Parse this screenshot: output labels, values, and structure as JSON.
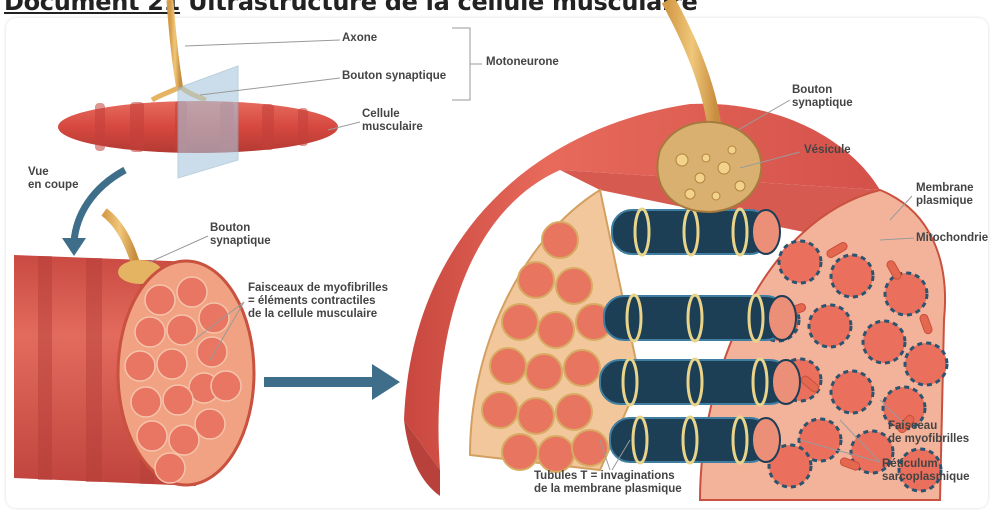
{
  "title": {
    "lead": "Document 21",
    "rest": " Ultrastructure de la cellule musculaire"
  },
  "labels": {
    "axone": "Axone",
    "bouton_top": "Bouton synaptique",
    "motoneurone": "Motoneurone",
    "cellule": "Cellule\nmusculaire",
    "vue": "Vue\nen coupe",
    "bouton_left": "Bouton\nsynaptique",
    "faisceaux": "Faisceaux de myofibrilles\n= éléments contractiles\nde la cellule musculaire",
    "bouton_right": "Bouton\nsynaptique",
    "vesicule": "Vésicule",
    "membrane": "Membrane\nplasmique",
    "mitochondrie": "Mitochondrie",
    "faisceau": "Faisceau\nde myofibrilles",
    "reticulum": "Réticulum\nsarcoplasmique",
    "tubules": "Tubules T = invaginations\nde la membrane plasmique"
  },
  "colors": {
    "muscle": "#e05a4f",
    "muscle_dark": "#b83a35",
    "section": "#f3b69c",
    "fiber": "#ec7a68",
    "nerve": "#e4b462",
    "arrow": "#3f6e8a",
    "myofibril": "#1d3f56",
    "tubule": "#e9d48a"
  }
}
